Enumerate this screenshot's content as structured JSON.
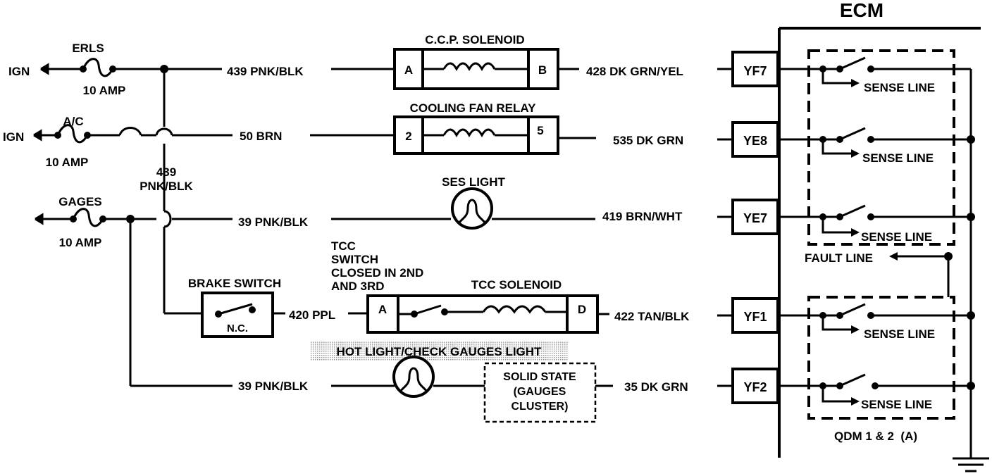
{
  "ecm": {
    "title": "ECM"
  },
  "left": {
    "ign1": "IGN",
    "ign2": "IGN",
    "erls": "ERLS",
    "erls_amp": "10 AMP",
    "ac": "A/C",
    "ac_amp": "10 AMP",
    "gages": "GAGES",
    "gages_amp": "10 AMP",
    "w439a": "439",
    "w439b": "PNK/BLK"
  },
  "wires": {
    "w1_left": "439 PNK/BLK",
    "w1_right": "428 DK GRN/YEL",
    "w2_left": "50 BRN",
    "w2_right": "535 DK GRN",
    "w3_left": "39 PNK/BLK",
    "w3_right": "419 BRN/WHT",
    "w4_mid": "420 PPL",
    "w4_right": "422 TAN/BLK",
    "w5_left": "39 PNK/BLK",
    "w5_right": "35 DK GRN"
  },
  "components": {
    "ccp": {
      "title": "C.C.P. SOLENOID",
      "pin_a": "A",
      "pin_b": "B"
    },
    "fan": {
      "title": "COOLING FAN RELAY",
      "pin_a": "2",
      "pin_b": "5"
    },
    "ses": {
      "title": "SES LIGHT"
    },
    "brake": {
      "title": "BRAKE SWITCH",
      "nc": "N.C."
    },
    "tcc_switch": [
      "TCC",
      "SWITCH",
      "CLOSED IN 2ND",
      "AND 3RD"
    ],
    "tcc": {
      "title": "TCC SOLENOID",
      "pin_a": "A",
      "pin_b": "D"
    },
    "hot": {
      "title": "HOT LIGHT/CHECK GAUGES LIGHT"
    },
    "solid": [
      "SOLID STATE",
      "(GAUGES",
      "CLUSTER)"
    ]
  },
  "ecm_pins": [
    "YF7",
    "YE8",
    "YE7",
    "YF1",
    "YF2"
  ],
  "ecm_inner": {
    "sense": "SENSE LINE",
    "fault": "FAULT LINE",
    "qdm": "QDM 1 & 2  (A)"
  }
}
